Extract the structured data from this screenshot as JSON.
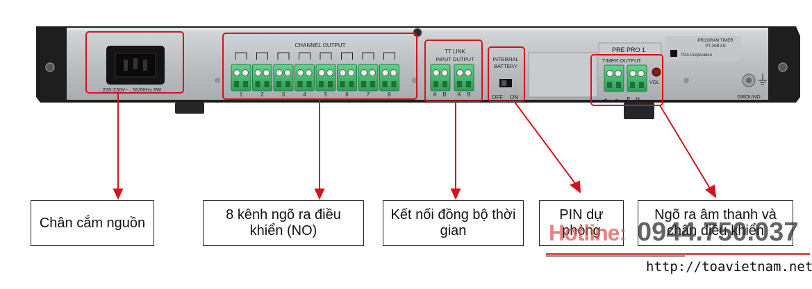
{
  "device": {
    "labels": {
      "power_rating": "220-230V~ , 50/60Hz 8W",
      "channel_output": "CHANNEL OUTPUT",
      "channel_numbers": [
        "1",
        "2",
        "3",
        "4",
        "5",
        "6",
        "7",
        "8"
      ],
      "tt_link": "TT LINK",
      "input_output": "INPUT  OUTPUT",
      "tt_link_pins": [
        "A",
        "B",
        "A",
        "B"
      ],
      "internal_battery_1": "INTERNAL",
      "internal_battery_2": "BATTERY",
      "off": "OFF",
      "on": "ON",
      "pre_pro": "PRE PRO 1",
      "timer_output": "TIMER OUTPUT",
      "timer_pins": [
        "+",
        "−",
        "E",
        "H"
      ],
      "vol": "VOL",
      "program_timer": "PROGRAM TIMER",
      "model": "PT-20B AS",
      "manufacturer": "TOA Corporation",
      "ground": "GROUND"
    }
  },
  "callouts": [
    {
      "id": "power",
      "text": "Chân cắm nguồn"
    },
    {
      "id": "channels",
      "text": "8 kênh ngõ ra điều khiển (NO)"
    },
    {
      "id": "sync",
      "text": "Kết nối đồng bộ thời gian"
    },
    {
      "id": "battery",
      "text": "PIN dự phòng"
    },
    {
      "id": "audio",
      "text": "Ngõ ra âm thanh và chân điều khiển"
    }
  ],
  "watermark": {
    "hotline_label": "Hotline:",
    "hotline_number": "0944.750.037",
    "url": "http://toavietnam.net"
  },
  "colors": {
    "highlight_red": "#d0141c",
    "terminal_green": "#3cb96a",
    "panel_silver": "#b8bcbf",
    "chassis_black": "#1f1f1f"
  }
}
